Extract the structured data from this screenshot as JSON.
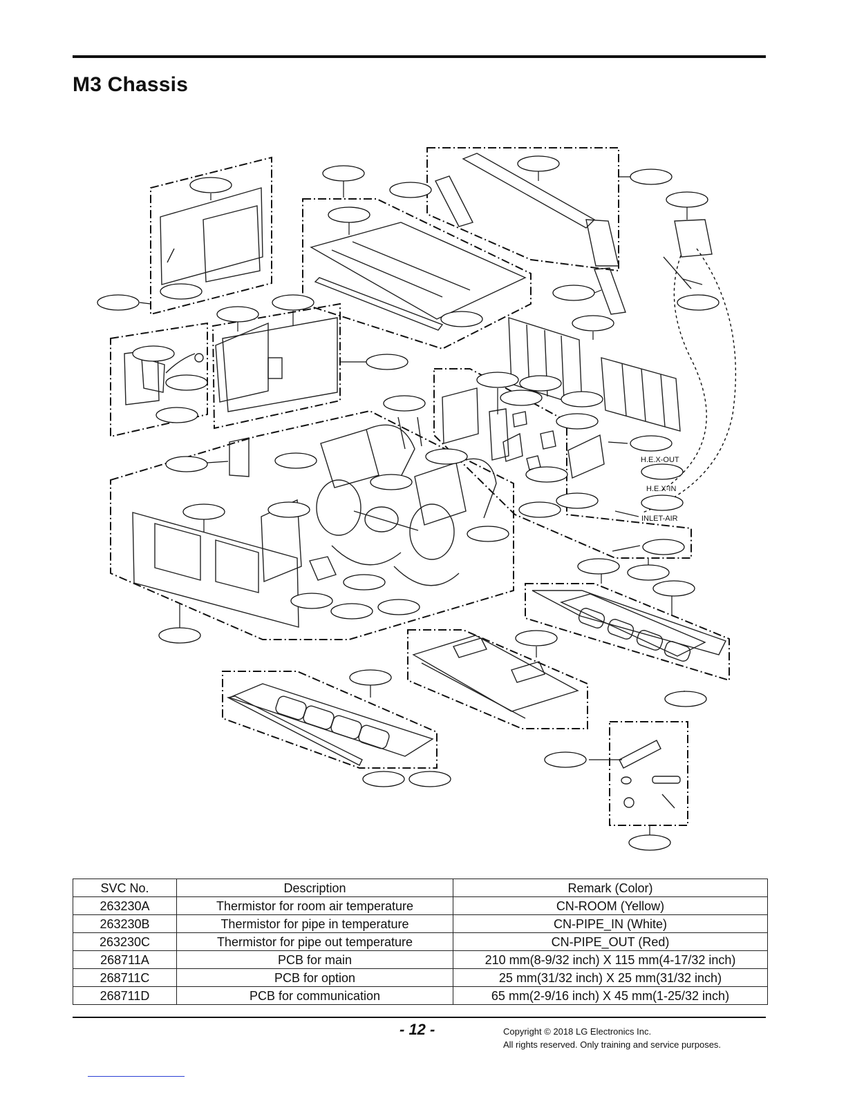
{
  "title": "M3 Chassis",
  "diagram": {
    "labels": {
      "hex_out": "H.E.X-OUT",
      "hex_in": "H.E.X-IN",
      "inlet_air": "INLET-AIR"
    }
  },
  "table": {
    "headers": [
      "SVC No.",
      "Description",
      "Remark (Color)"
    ],
    "rows": [
      {
        "svc": "263230A",
        "desc": "Thermistor for room air temperature",
        "remark": "CN-ROOM (Yellow)"
      },
      {
        "svc": "263230B",
        "desc": "Thermistor for pipe in temperature",
        "remark": "CN-PIPE_IN (White)"
      },
      {
        "svc": "263230C",
        "desc": "Thermistor for pipe out temperature",
        "remark": "CN-PIPE_OUT (Red)"
      },
      {
        "svc": "268711A",
        "desc": "PCB for main",
        "remark": "210 mm(8-9/32 inch) X 115 mm(4-17/32 inch)"
      },
      {
        "svc": "268711C",
        "desc": "PCB for option",
        "remark": "25 mm(31/32 inch) X 25 mm(31/32 inch)"
      },
      {
        "svc": "268711D",
        "desc": "PCB for communication",
        "remark": "65 mm(2-9/16 inch) X 45 mm(1-25/32 inch)"
      }
    ]
  },
  "footer": {
    "page_number": "- 12 -",
    "copyright_line1": "Copyright © 2018 LG Electronics Inc.",
    "copyright_line2": "All rights reserved. Only training and service purposes."
  }
}
